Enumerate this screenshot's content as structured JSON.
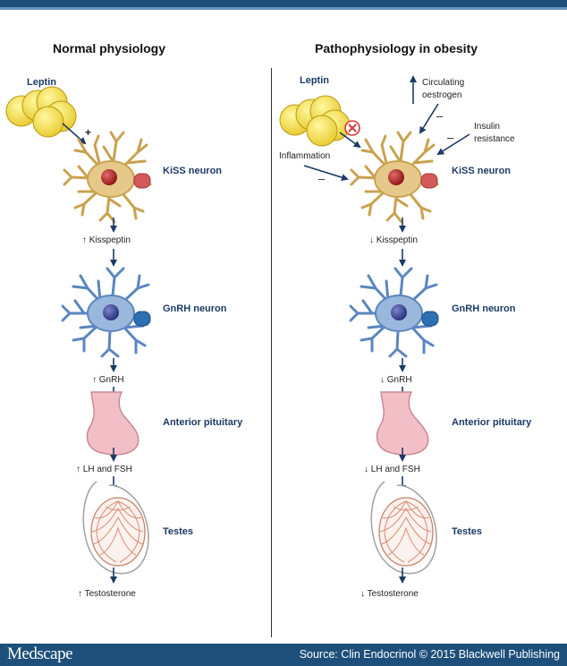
{
  "left": {
    "title": "Normal physiology",
    "leptin": "Leptin",
    "plus_sign": "+",
    "kiss_neuron": "KiSS neuron",
    "kisspeptin": "↑ Kisspeptin",
    "gnrh_neuron": "GnRH neuron",
    "gnrh": "↑ GnRH",
    "anterior_pituitary": "Anterior pituitary",
    "lh_fsh": "↑ LH and FSH",
    "testes": "Testes",
    "testosterone": "↑ Testosterone"
  },
  "right": {
    "title": "Pathophysiology in obesity",
    "leptin": "Leptin",
    "circulating_oestrogen": [
      "Circulating",
      "oestrogen"
    ],
    "insulin_resistance": [
      "Insulin",
      "resistance"
    ],
    "inflammation": "Inflammation",
    "minus_sign": "–",
    "kiss_neuron": "KiSS neuron",
    "kisspeptin": "↓ Kisspeptin",
    "gnrh_neuron": "GnRH neuron",
    "gnrh": "↓ GnRH",
    "anterior_pituitary": "Anterior pituitary",
    "lh_fsh": "↓ LH and FSH",
    "testes": "Testes",
    "testosterone": "↓ Testosterone"
  },
  "footer": {
    "brand": "Medscape",
    "source": "Source: Clin Endocrinol © 2015 Blackwell Publishing"
  },
  "colors": {
    "header_bar": "#1d4f7a",
    "arrow": "#1d3b66",
    "leptin": "#f3e04a",
    "kiss": "#e6c98a",
    "gnrh": "#9ab8dc",
    "pituitary": "#f2bfc6",
    "testes": "#d98c72"
  }
}
